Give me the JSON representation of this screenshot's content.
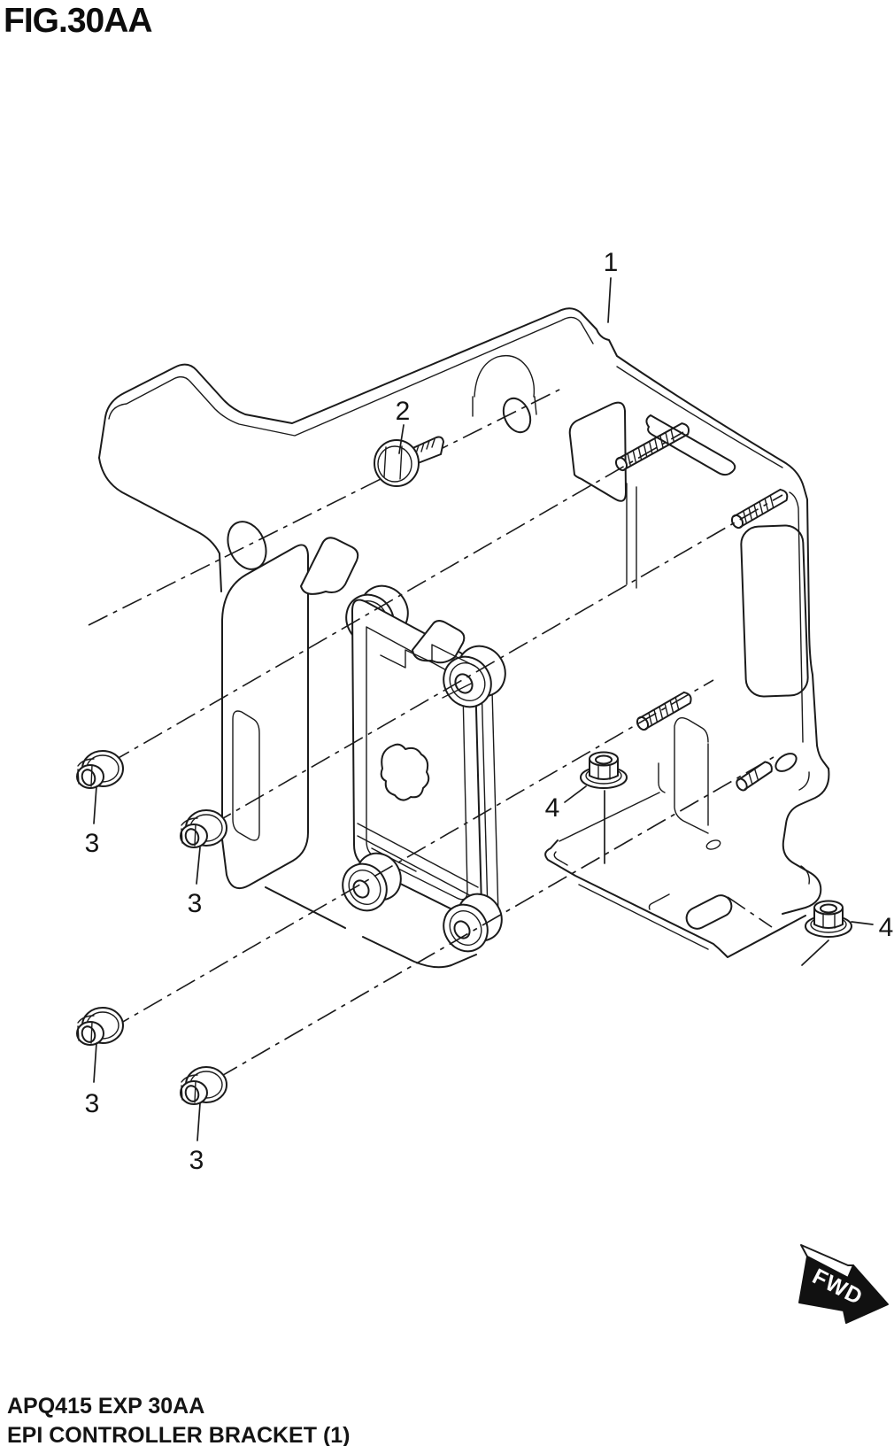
{
  "page": {
    "title": "FIG.30AA",
    "footer": [
      "APQ415 EXP 30AA",
      "EPI CONTROLLER BRACKET (1)"
    ]
  },
  "fwd_arrow": {
    "label": "FWD"
  },
  "callouts": {
    "c1": "1",
    "c2": "2",
    "c3a": "3",
    "c3b": "3",
    "c3c": "3",
    "c3d": "3",
    "c4a": "4",
    "c4b": "4"
  },
  "colors": {
    "ink": "#1b1b1b",
    "background": "#ffffff"
  }
}
